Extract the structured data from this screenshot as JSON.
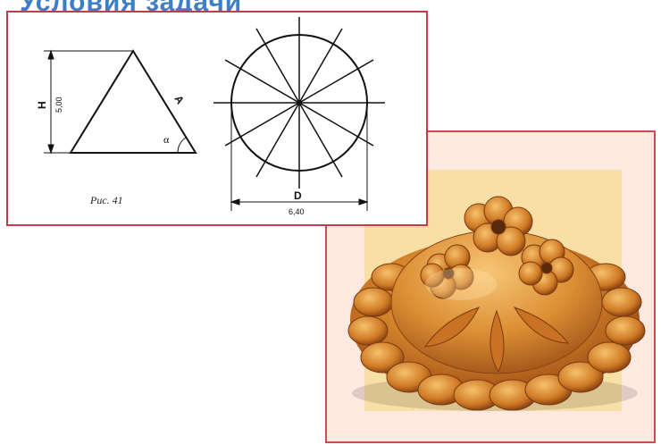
{
  "header": {
    "title": "Условия задачи"
  },
  "figure": {
    "caption": "Рис. 41",
    "trapezoid": {
      "height_label": "H",
      "height_value": "5,00",
      "side_label": "A",
      "angle_label": "α"
    },
    "circle": {
      "diameter_label": "D",
      "diameter_value": "6,40"
    }
  },
  "photo": {
    "subject": "karavai-bread",
    "frame_color": "#cf4a55"
  }
}
